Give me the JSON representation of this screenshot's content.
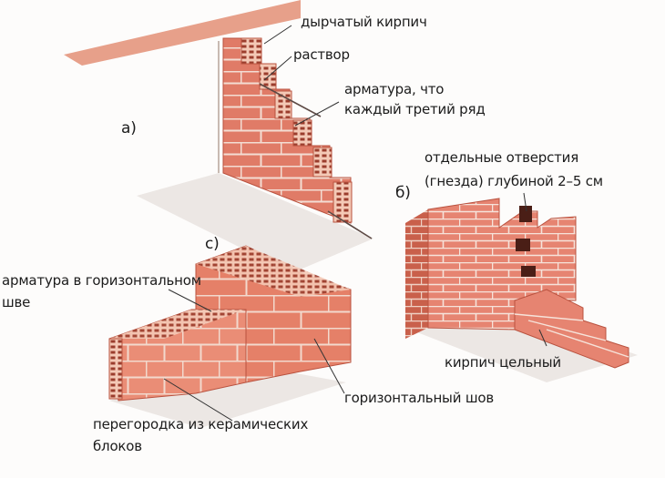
{
  "labels": {
    "a": {
      "letter": "а)",
      "perforated_brick": "дырчатый кирпич",
      "mortar": "раствор",
      "rebar_line1": "арматура, что",
      "rebar_line2": "каждый третий ряд"
    },
    "b": {
      "letter": "б)",
      "holes_line1": "отдельные отверстия",
      "holes_line2": "(гнезда) глубиной 2–5 см",
      "solid_brick": "кирпич цельный"
    },
    "c": {
      "letter": "с)",
      "rebar_line1": "арматура в горизонтальном",
      "rebar_line2": "шве",
      "horizontal_joint": "горизонтальный шов",
      "partition_line1": "перегородка из керамических",
      "partition_line2": "блоков"
    }
  },
  "colors": {
    "brick": "#e07b67",
    "brick_light": "#f0a08e",
    "brick_dark": "#b9523f",
    "mortar": "#f3ddd3",
    "floor": "#ece7e4",
    "ceiling": "#e38f76"
  }
}
